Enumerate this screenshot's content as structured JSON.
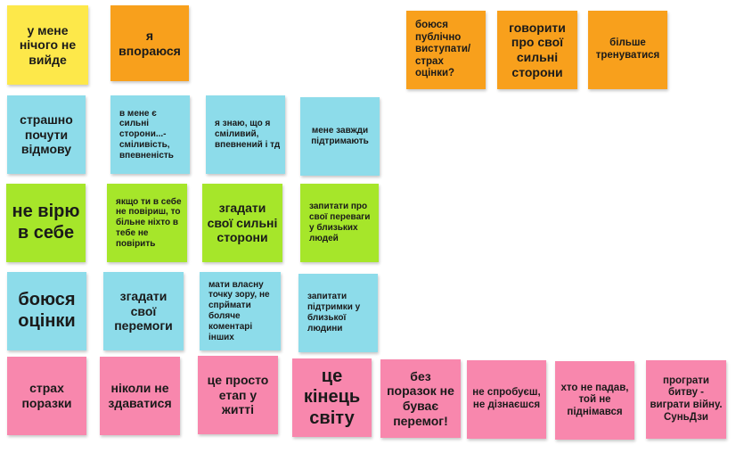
{
  "palette": {
    "yellow": "#fde84a",
    "orange": "#f8a01c",
    "cyan": "#8ddcea",
    "green": "#a6e62a",
    "pink": "#f887ad"
  },
  "notes": {
    "r1": [
      "у мене нічого не вийде",
      "я впораюся",
      "боюся публічно виступати/ страх оцінки?",
      "говорити про свої сильні сторони",
      "більше тренуватися"
    ],
    "r2": [
      "страшно почути відмову",
      "в мене є сильні сторони...- сміливість, впевненість",
      "я знаю, що я сміливий, впевнений і тд",
      "мене завжди підтримають"
    ],
    "r3": [
      "не вірю в себе",
      "якщо ти в себе не повіриш, то більне ніхто в тебе не повірить",
      "згадати свої сильні сторони",
      "запитати про свої переваги у близьких людей"
    ],
    "r4": [
      "боюся оцінки",
      "згадати свої перемоги",
      "мати власну точку зору, не спрймати боляче коментарі інших",
      "запитати підтримки у близької людини"
    ],
    "r5": [
      "страх поразки",
      "ніколи не здаватися",
      "це просто етап у житті",
      "це кінець світу",
      "без поразок не буває перемог!",
      "не спробуєш, не дізнаєшся",
      "хто не падав, той не піднімався",
      "програти битву - виграти війну. СуньДзи"
    ]
  }
}
